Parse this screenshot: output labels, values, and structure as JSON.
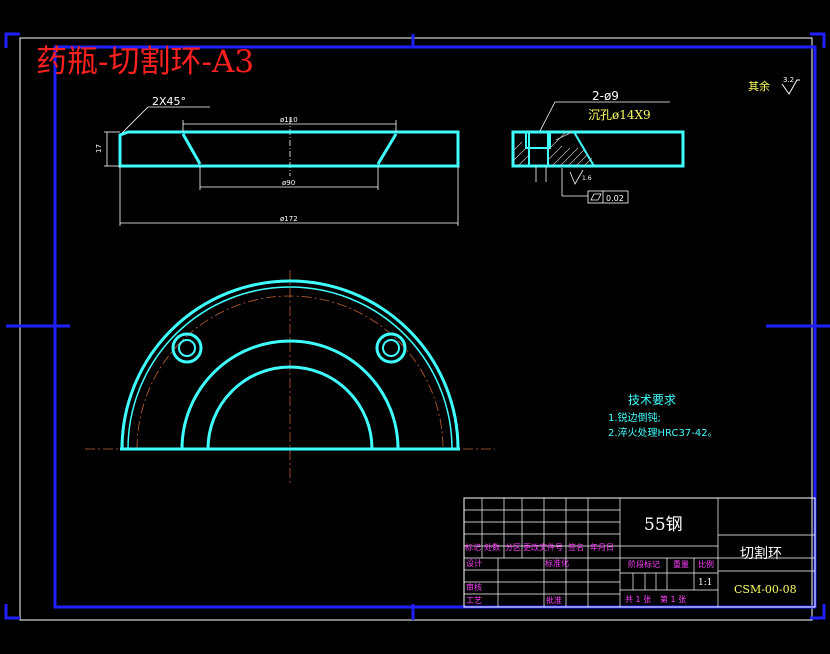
{
  "drawing_title": "药瓶-切割环-A3",
  "surface_note": {
    "label": "其余",
    "value": "3.2"
  },
  "front_view": {
    "chamfer_note": "2X45°",
    "thickness": "17",
    "dia_top": "ø110",
    "dia_inner": "ø90",
    "dia_outer": "ø172"
  },
  "section_view": {
    "hole_count": "2-ø9",
    "counterbore": "沉孔ø14X9",
    "roughness": "1.6",
    "flatness": "0.02"
  },
  "tech_requirements": {
    "title": "技术要求",
    "items": [
      "1.锐边倒钝;",
      "2.淬火处理HRC37-42。"
    ]
  },
  "title_block": {
    "material": "55钢",
    "part_name": "切割环",
    "drawing_number": "CSM-00-08",
    "scale": "1:1",
    "row_labels": [
      "标记",
      "处数",
      "分区",
      "更改文件号",
      "签名",
      "年月日"
    ],
    "design": "设计",
    "standardize": "标准化",
    "review": "审核",
    "process": "工艺",
    "approve": "批准",
    "stage_mark": "阶段标记",
    "weight": "重量",
    "ratio": "比例",
    "sheets_total": "共 1 张",
    "sheet_no": "第 1 张"
  }
}
